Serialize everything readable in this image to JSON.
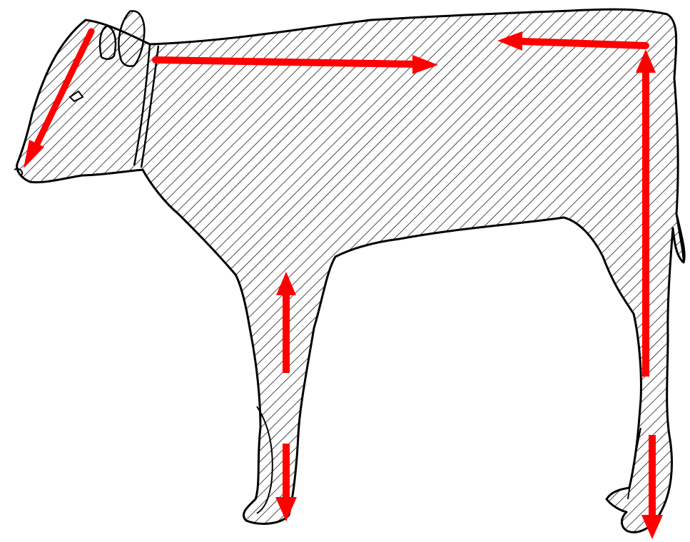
{
  "diagram": {
    "subject": "calf-silhouette",
    "fill_style": "diagonal-hatching",
    "colors": {
      "background": "#ffffff",
      "outline": "#000000",
      "hatch": "#000000",
      "arrow": "#ff0000"
    },
    "arrows": [
      {
        "id": "head-arrow",
        "direction": "down-left",
        "heads": 1
      },
      {
        "id": "back-arrow",
        "direction": "right",
        "heads": 1
      },
      {
        "id": "rump-arrow",
        "direction": "left-and-up",
        "heads": 2
      },
      {
        "id": "foreleg-arrow",
        "direction": "up",
        "heads": 1
      },
      {
        "id": "fore-cannon-arrow",
        "direction": "down",
        "heads": 1
      },
      {
        "id": "hind-cannon-arrow",
        "direction": "down",
        "heads": 1
      }
    ]
  }
}
